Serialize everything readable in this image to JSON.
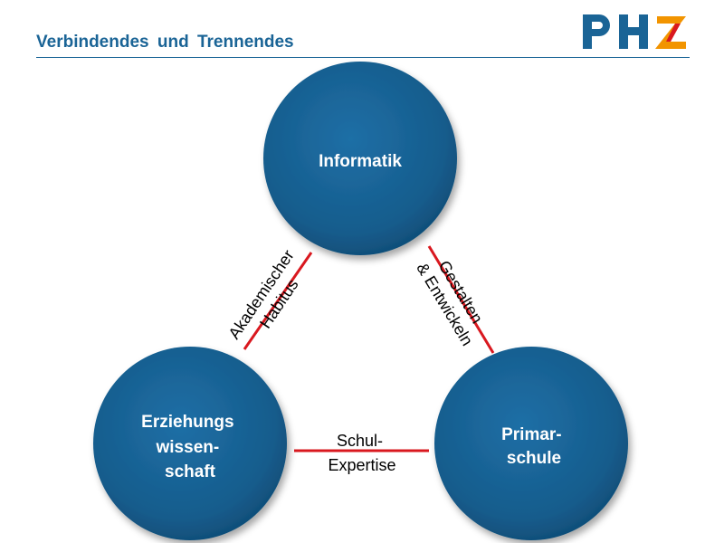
{
  "slide": {
    "title": "Verbindendes und Trennendes",
    "logo_text": "PHZ"
  },
  "colors": {
    "title": "#1a6496",
    "node_fill": "#155c8c",
    "connector": "#d9181f",
    "logo_blue": "#1a6496",
    "logo_orange": "#f29400",
    "logo_red": "#d9181f"
  },
  "nodes": {
    "informatik": [
      "Informatik"
    ],
    "erziehung": [
      "Erziehungs",
      "wissen-",
      "schaft"
    ],
    "primar": [
      "Primar-",
      "schule"
    ]
  },
  "edges": {
    "left": [
      "Akademischer",
      "Habitus"
    ],
    "right": [
      "Gestalten",
      "& Entwickeln"
    ],
    "bottom": [
      "Schul-",
      "Expertise"
    ]
  }
}
